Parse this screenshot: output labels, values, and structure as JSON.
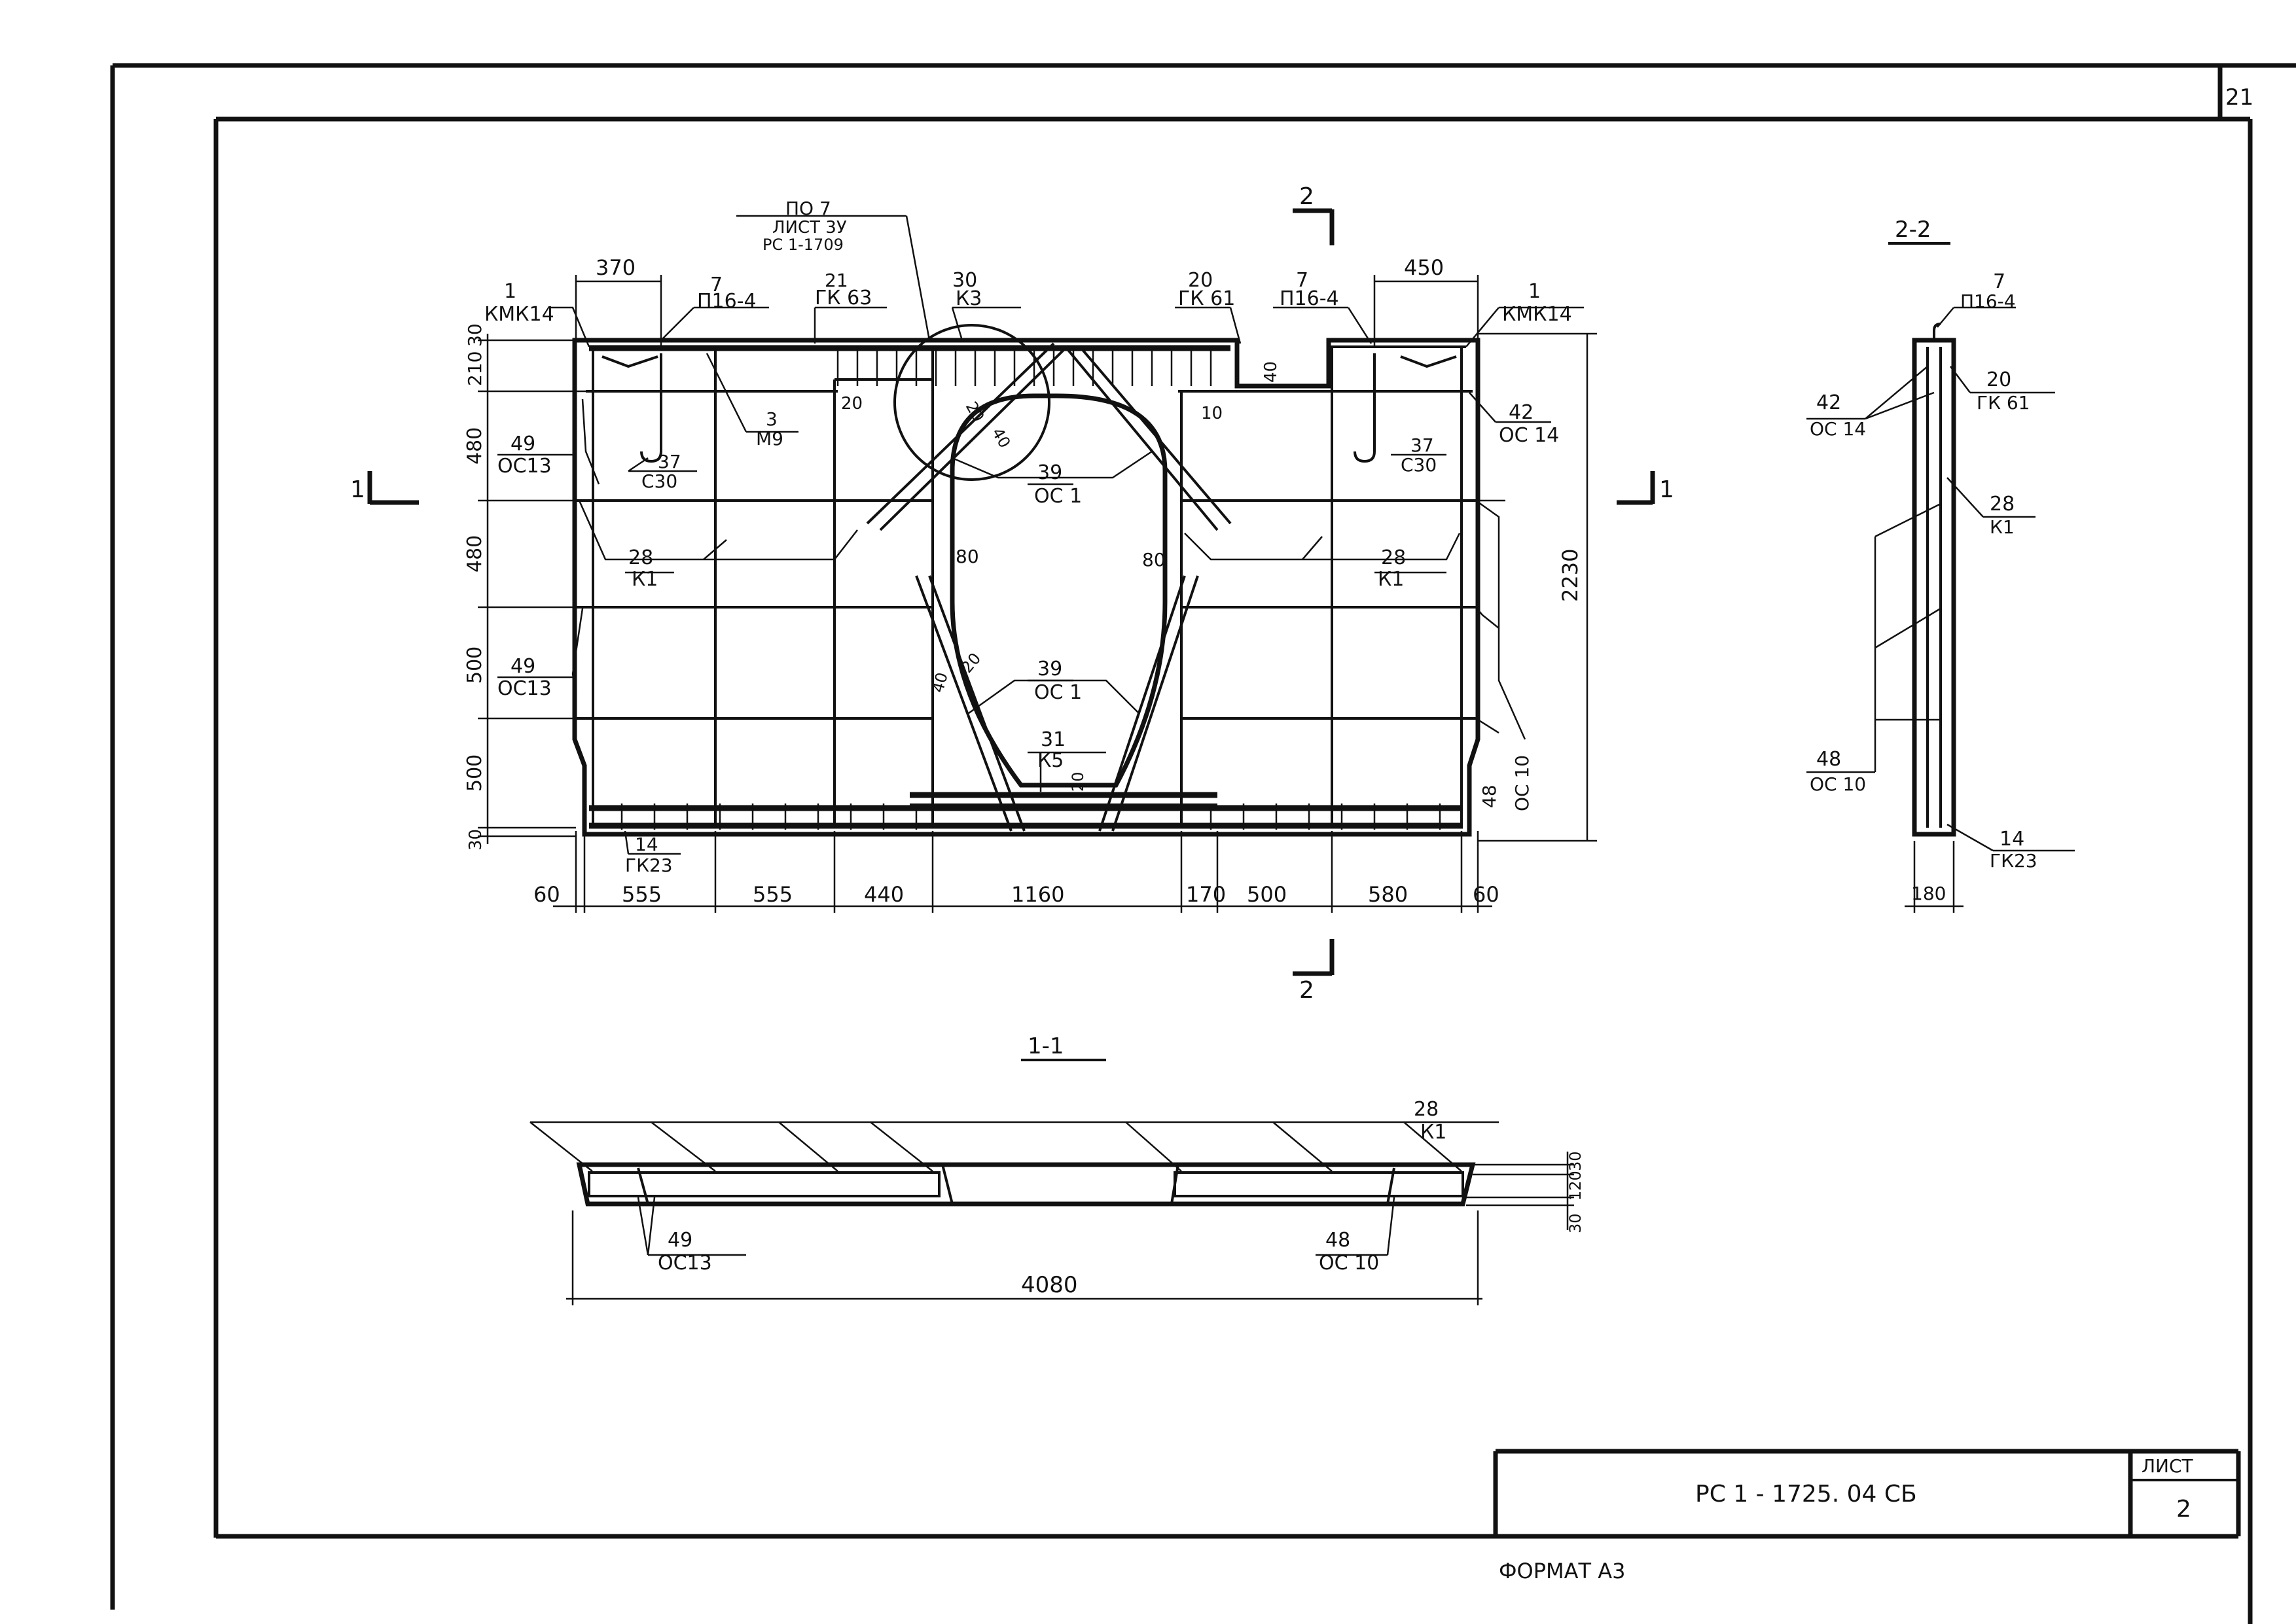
{
  "sheet_corner_number": "21",
  "elevation": {
    "top_dims": [
      "370",
      "450"
    ],
    "bottom_dims": [
      "60",
      "555",
      "555",
      "440",
      "1160",
      "170",
      "500",
      "580",
      "60"
    ],
    "left_dims": [
      "30",
      "210",
      "480",
      "480",
      "500",
      "500",
      "30"
    ],
    "overall_height": "2230",
    "small_dims": {
      "d10": "10",
      "d20a": "20",
      "d20b": "20",
      "d40a": "40",
      "d40b": "40",
      "d80a": "80",
      "d80b": "80",
      "d20c": "20",
      "d40c": "40",
      "d20d": "20"
    },
    "section_marks": {
      "left": "1",
      "right": "1",
      "top": "2",
      "bottom": "2"
    },
    "ref_note": [
      "ПО 7",
      "ЛИСТ 3У",
      "РС 1-1709"
    ],
    "callouts": {
      "kmk_left": {
        "num": "1",
        "code": "КМК14"
      },
      "p16_left": {
        "num": "7",
        "code": "П16-4"
      },
      "gk63": {
        "num": "21",
        "code": "ГК 63"
      },
      "k3": {
        "num": "30",
        "code": "К3"
      },
      "gk61": {
        "num": "20",
        "code": "ГК 61"
      },
      "p16_right": {
        "num": "7",
        "code": "П16-4"
      },
      "kmk_right": {
        "num": "1",
        "code": "КМК14"
      },
      "m9": {
        "num": "3",
        "code": "М9"
      },
      "c30_left": {
        "num": "37",
        "code": "С30"
      },
      "c30_right": {
        "num": "37",
        "code": "С30"
      },
      "oc14": {
        "num": "42",
        "code": "ОС 14"
      },
      "oc13_a": {
        "num": "49",
        "code": "ОС13"
      },
      "oc13_b": {
        "num": "49",
        "code": "ОС13"
      },
      "oc1_top": {
        "num": "39",
        "code": "ОС 1"
      },
      "oc1_mid": {
        "num": "39",
        "code": "ОС 1"
      },
      "k1_left": {
        "num": "28",
        "code": "К1"
      },
      "k1_right": {
        "num": "28",
        "code": "К1"
      },
      "k5": {
        "num": "31",
        "code": "К5"
      },
      "oc10": {
        "num": "48",
        "code": "ОС 10"
      },
      "gk23": {
        "num": "14",
        "code": "ГК23"
      }
    }
  },
  "section_22": {
    "title": "2-2",
    "width_dim": "180",
    "callouts": {
      "p16": {
        "num": "7",
        "code": "П16-4"
      },
      "gk61": {
        "num": "20",
        "code": "ГК 61"
      },
      "oc14": {
        "num": "42",
        "code": "ОС 14"
      },
      "k1": {
        "num": "28",
        "code": "К1"
      },
      "oc10": {
        "num": "48",
        "code": "ОС 10"
      },
      "gk23": {
        "num": "14",
        "code": "ГК23"
      }
    }
  },
  "section_11": {
    "title": "1-1",
    "length_dim": "4080",
    "right_dims": [
      "30",
      "120",
      "30"
    ],
    "callouts": {
      "k1": {
        "num": "28",
        "code": "К1"
      },
      "oc13": {
        "num": "49",
        "code": "ОС13"
      },
      "oc10": {
        "num": "48",
        "code": "ОС 10"
      }
    }
  },
  "title_block": {
    "designation": "РС 1 - 1725. 04 СБ",
    "sheet_label": "ЛИСТ",
    "sheet_number": "2"
  },
  "format_label": "ФОРМАТ А3"
}
